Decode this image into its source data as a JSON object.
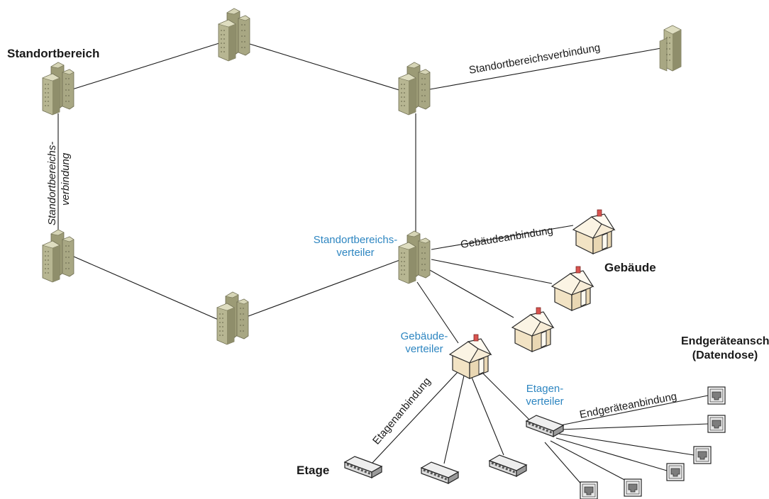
{
  "labels": {
    "standortbereich": "Standortbereich",
    "standortbereichsverbindung_top": "Standortbereichsverbindung",
    "standortbereichs_vert_line1": "Standortbereichs-",
    "standortbereichs_vert_line2": "verbindung",
    "standortbereichsverteiler_line1": "Standortbereichs-",
    "standortbereichsverteiler_line2": "verteiler",
    "gebaeudeanbindung": "Gebäudeanbindung",
    "gebaeude": "Gebäude",
    "gebaeudeverteiler_line1": "Gebäude-",
    "gebaeudeverteiler_line2": "verteiler",
    "endgeraeteanschluss_line1": "Endgeräteanschluss",
    "endgeraeteanschluss_line2": "(Datendose)",
    "etagenverteiler_line1": "Etagen-",
    "etagenverteiler_line2": "verteiler",
    "endgeraeteanbindung": "Endgeräteanbindung",
    "etagenanbindung": "Etagenanbindung",
    "etage": "Etage"
  },
  "colors": {
    "line": "#1a1a1a",
    "building_face": "#b5b48e",
    "building_side": "#8f8e6a",
    "building_top": "#d4d3b3",
    "house_wall": "#f6ead0",
    "house_roof": "#fdf6e3",
    "house_chimney": "#d9534f",
    "accent_label": "#2e86c1"
  }
}
